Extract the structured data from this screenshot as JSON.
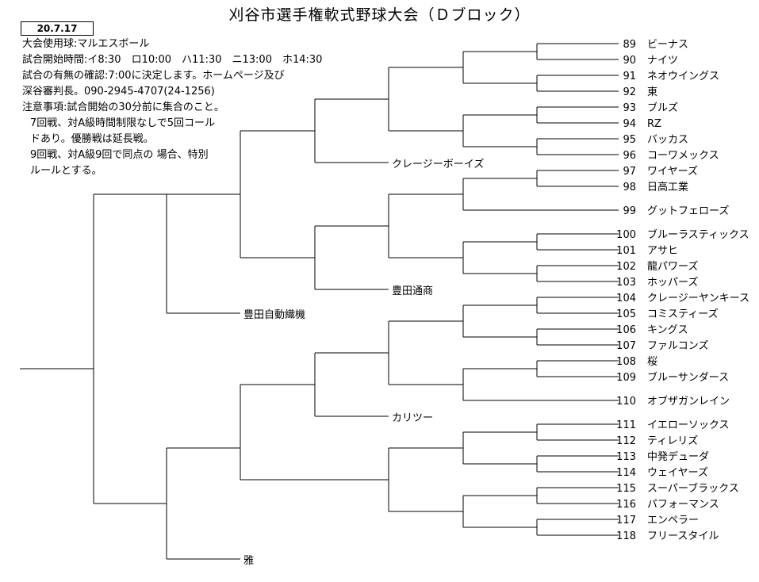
{
  "title": "刈谷市選手権軟式野球大会（Ｄブロック）",
  "date": "20.7.17",
  "notes": [
    "大会使用球:マルエスボール",
    "試合開始時間:イ8:30　ロ10:00　ハ11:30　ニ13:00　ホ14:30",
    "試合の有無の確認:7:00に決定します。ホームページ及び",
    "深谷審判長。090-2945-4707(24-1256)",
    "注意事項:試合開始の30分前に集合のこと。",
    "7回戦、対A級時間制限なしで5回コール",
    "ドあり。優勝戦は延長戦。",
    "9回戦、対A級9回で同点の 場合、特別",
    "ルールとする。"
  ],
  "teams": [
    {
      "no": "89",
      "name": "ビーナス"
    },
    {
      "no": "90",
      "name": "ナイツ"
    },
    {
      "no": "91",
      "name": "ネオウイングス"
    },
    {
      "no": "92",
      "name": "東"
    },
    {
      "no": "93",
      "name": "ブルズ"
    },
    {
      "no": "94",
      "name": "RZ"
    },
    {
      "no": "95",
      "name": "バッカス"
    },
    {
      "no": "96",
      "name": "コーワメックス"
    },
    {
      "no": "97",
      "name": "ワイヤーズ"
    },
    {
      "no": "98",
      "name": "日高工業"
    },
    {
      "no": "99",
      "name": "グットフェローズ"
    },
    {
      "no": "100",
      "name": "ブルーラスティックス"
    },
    {
      "no": "101",
      "name": "アサヒ"
    },
    {
      "no": "102",
      "name": "龍パワーズ"
    },
    {
      "no": "103",
      "name": "ホッパーズ"
    },
    {
      "no": "104",
      "name": "クレージーヤンキース"
    },
    {
      "no": "105",
      "name": "コミスティーズ"
    },
    {
      "no": "106",
      "name": "キングス"
    },
    {
      "no": "107",
      "name": "ファルコンズ"
    },
    {
      "no": "108",
      "name": "桜"
    },
    {
      "no": "109",
      "name": "ブルーサンダース"
    },
    {
      "no": "110",
      "name": "オブザガンレイン"
    },
    {
      "no": "111",
      "name": "イエローソックス"
    },
    {
      "no": "112",
      "name": "ティレリズ"
    },
    {
      "no": "113",
      "name": "中発デューダ"
    },
    {
      "no": "114",
      "name": "ウェイヤーズ"
    },
    {
      "no": "115",
      "name": "スーパーブラックス"
    },
    {
      "no": "116",
      "name": "パフォーマンス"
    },
    {
      "no": "117",
      "name": "エンペラー"
    },
    {
      "no": "118",
      "name": "フリースタイル"
    }
  ],
  "winners": [
    {
      "name": "クレージーボーイズ"
    },
    {
      "name": "豊田通商"
    },
    {
      "name": "豊田自動織機"
    },
    {
      "name": "カリツー"
    },
    {
      "name": "雅"
    }
  ]
}
